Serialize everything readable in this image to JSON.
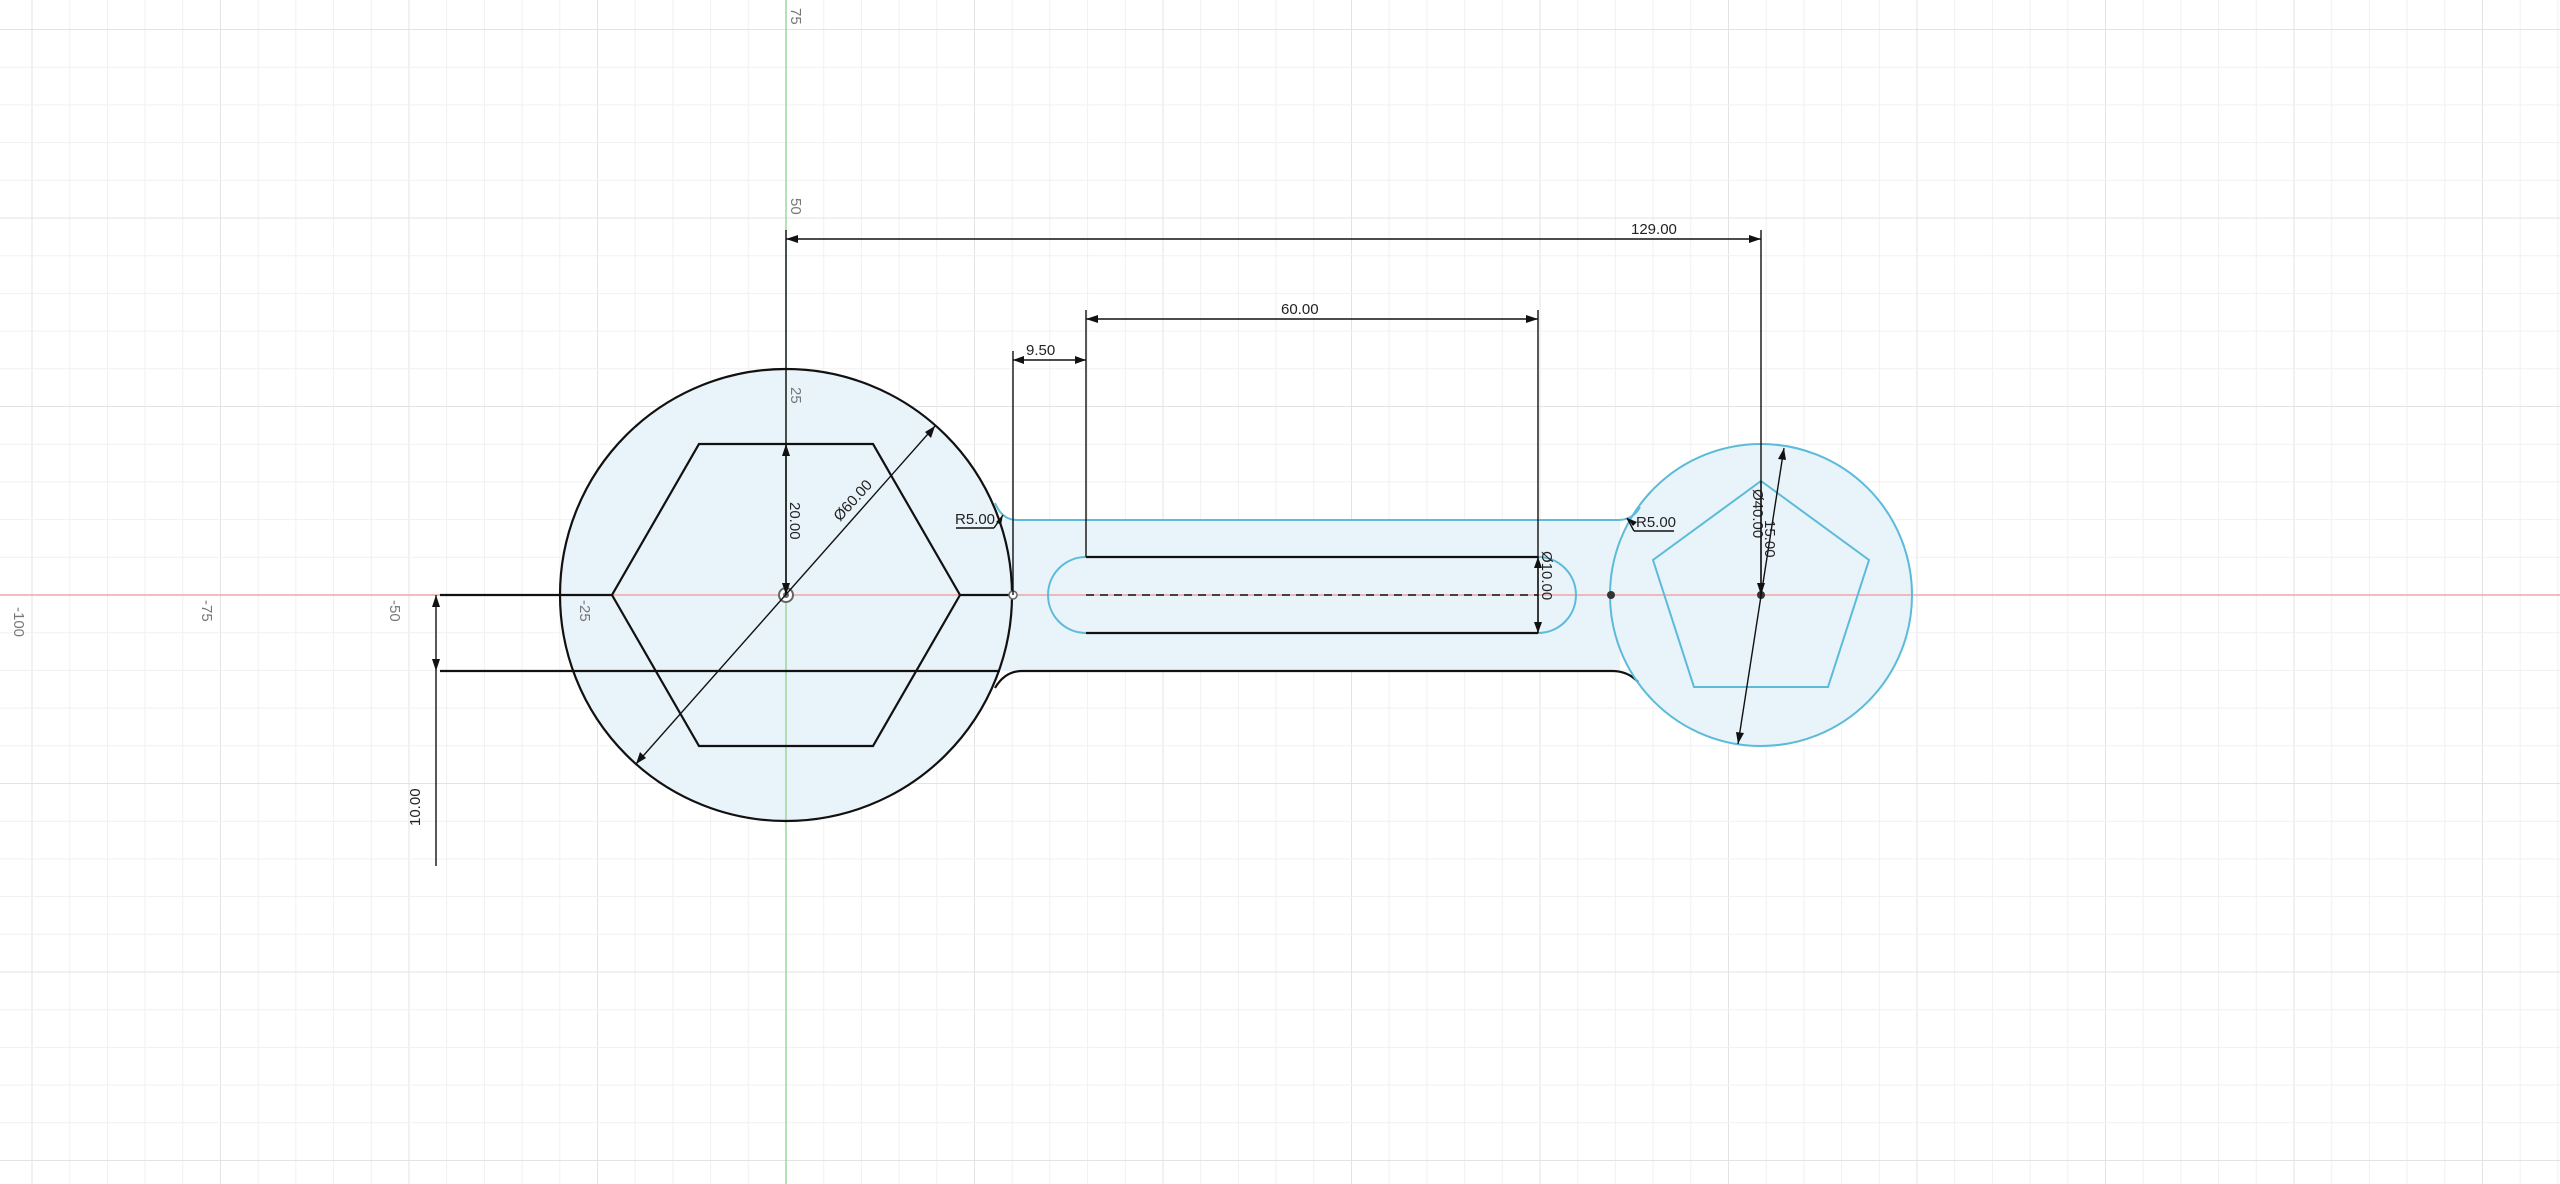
{
  "axes": {
    "x_ticks": [
      "-100",
      "-75",
      "-50",
      "-25"
    ],
    "y_ticks": [
      "75",
      "50",
      "25"
    ]
  },
  "dimensions": {
    "total_length": "129.00",
    "slot_length": "60.00",
    "slot_offset": "9.50",
    "hexagon_size": "20.00",
    "large_circle_diameter": "Ø60.00",
    "small_circle_diameter": "Ø40.00",
    "pentagon_size": "15.00",
    "slot_width": "Ø10.00",
    "fillet_left": "R5.00",
    "fillet_right": "R5.00",
    "handle_offset": "10.00"
  },
  "colors": {
    "sketch_profile": "#111111",
    "selected_profile": "#5bbbd9",
    "region_fill": "#e9f3fa",
    "x_axis": "#f4a5a5",
    "y_axis": "#9ad89a"
  }
}
